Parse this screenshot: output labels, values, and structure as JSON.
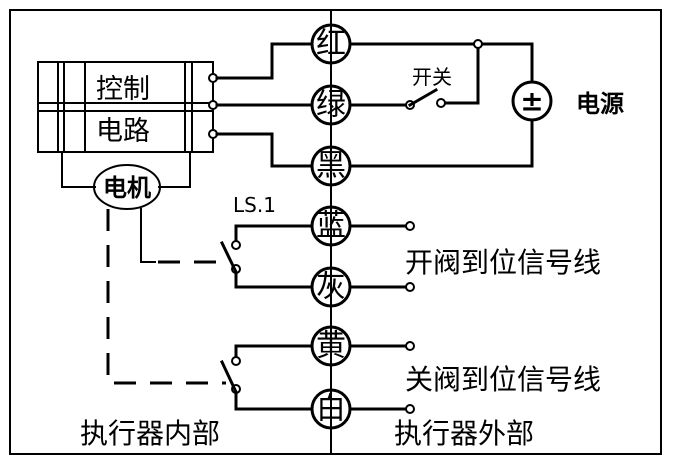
{
  "control_circuit": {
    "line1": "控制",
    "line2": "电路"
  },
  "motor": {
    "label": "电机"
  },
  "wires": {
    "red": "红",
    "green": "绿",
    "black": "黑",
    "blue": "蓝",
    "gray": "灰",
    "yellow": "黄",
    "white": "白"
  },
  "switch": {
    "label": "开关"
  },
  "power": {
    "symbol": "±",
    "label": "电源"
  },
  "limit_switch": {
    "label": "LS.1"
  },
  "signals": {
    "open": "开阀到位信号线",
    "close": "关阀到位信号线"
  },
  "regions": {
    "inside": "执行器内部",
    "outside": "执行器外部"
  }
}
